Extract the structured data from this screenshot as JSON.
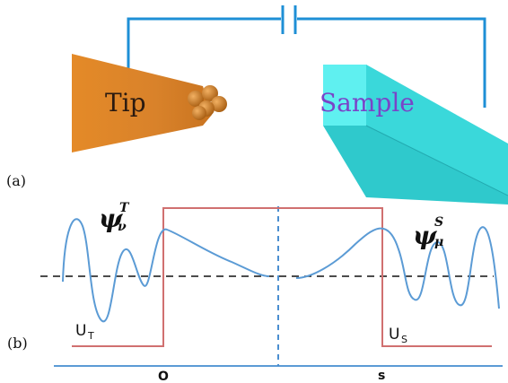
{
  "panel_a": {
    "label": "(a)",
    "tip_label": "Tip",
    "sample_label": "Sample"
  },
  "panel_b": {
    "label": "(b)",
    "psi_tip": "ψ",
    "psi_tip_sup": "T",
    "psi_tip_sub": "ν",
    "psi_sample": "ψ",
    "psi_sample_sup": "S",
    "psi_sample_sub": "μ",
    "u_tip": "U",
    "u_tip_sub": "T",
    "u_sample": "U",
    "u_sample_sub": "S",
    "x_origin": "O",
    "x_s": "s"
  },
  "colors": {
    "circuit": "#1e8fd6",
    "tip": "#e08a2a",
    "sample": "#3fe0e0",
    "barrier": "#d07070",
    "wave": "#5b9bd5",
    "axis": "#5b9bd5"
  }
}
